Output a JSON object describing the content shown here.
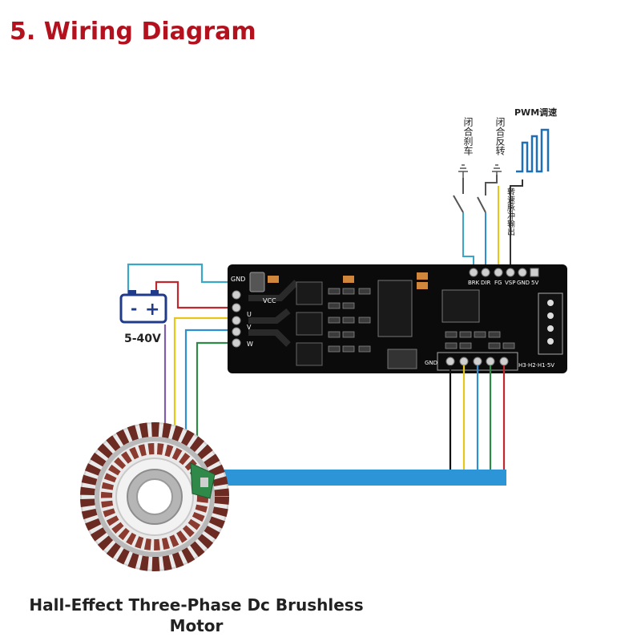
{
  "title": "5. Wiring Diagram",
  "motor_label": "Hall-Effect Three-Phase Dc Brushless Motor",
  "power": {
    "voltage": "5-40V",
    "minus": "-",
    "plus": "+"
  },
  "controls": {
    "brake": "闭合刹车",
    "reverse": "闭合反转",
    "speed_pulse": "转速脉冲输出",
    "pwm": "PWM调速"
  },
  "board": {
    "left_labels": {
      "gnd": "GND",
      "vcc": "VCC",
      "u": "U",
      "v": "V",
      "w": "W"
    },
    "control_pins": [
      "BRK",
      "DIR",
      "FG",
      "VSP",
      "GND",
      "5V"
    ],
    "hall_gnd": "GND",
    "hall_pins": "H3·H2·H1·5V"
  },
  "colors": {
    "title": "#b3111d",
    "pcb": "#0b0b0b",
    "wire_cyan": "#3aa7c9",
    "wire_red": "#c0282d",
    "wire_yellow": "#e6c618",
    "wire_blue": "#2f8fd3",
    "wire_black": "#111111",
    "wire_green": "#2f8a4a",
    "bundle": "#2b95d8"
  }
}
